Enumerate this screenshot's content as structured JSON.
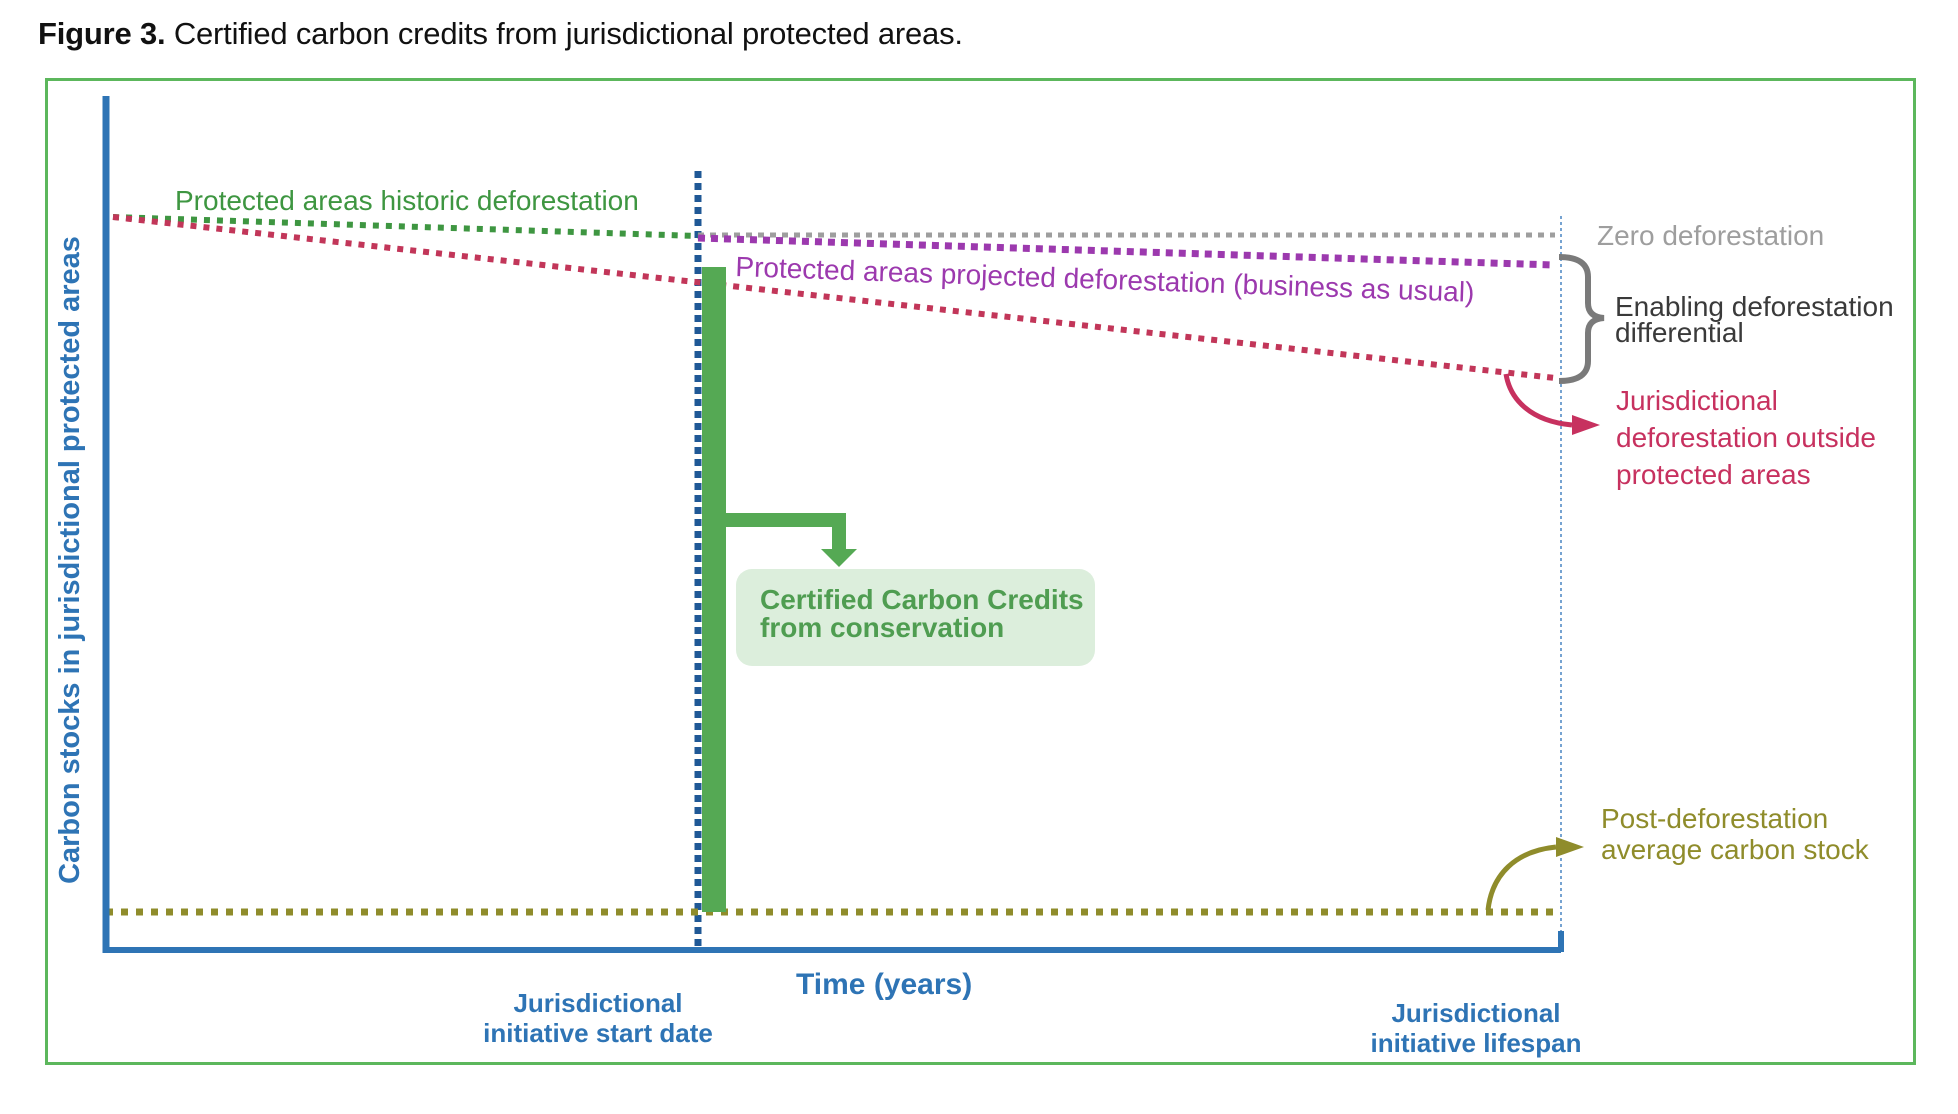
{
  "title": {
    "prefix": "Figure 3.",
    "rest": " Certified carbon credits from jurisdictional protected areas."
  },
  "axes": {
    "y_label": "Carbon stocks in jurisdictional protected areas",
    "x_label": "Time (years)",
    "tick_start_line1": "Jurisdictional",
    "tick_start_line2": "initiative start date",
    "tick_lifespan_line1": "Jurisdictional",
    "tick_lifespan_line2": "initiative lifespan"
  },
  "lines": {
    "historic": {
      "label": "Protected areas historic deforestation",
      "color": "#3E9641",
      "style": "dotted"
    },
    "projected": {
      "label": "Protected areas projected deforestation (business as usual)",
      "color": "#9C39AE",
      "style": "dotted"
    },
    "zero": {
      "label": "Zero deforestation",
      "color": "#9E9E9E",
      "style": "dotted"
    },
    "outside": {
      "label_line1": "Jurisdictional",
      "label_line2": "deforestation outside",
      "label_line3": "protected areas",
      "color": "#C7315F",
      "style": "dotted"
    },
    "post": {
      "label_line1": "Post-deforestation",
      "label_line2": "average carbon stock",
      "color": "#8F8C2B",
      "style": "dotted"
    },
    "start_date": {
      "color": "#1F5896",
      "style": "dashed-vertical"
    },
    "lifespan": {
      "color": "#76A3D1",
      "style": "dashed-vertical"
    }
  },
  "annotations": {
    "enabling_line1": "Enabling deforestation",
    "enabling_line2": "differential",
    "enabling_color": "#3A3A3A",
    "bracket_color": "#7A7A7A",
    "credits_line1": "Certified Carbon Credits",
    "credits_line2": "from conservation",
    "credits_text_color": "#4F9D51",
    "credits_box_fill": "#DCEEDC",
    "credits_bar_color": "#55A954"
  },
  "colors": {
    "axis": "#2E74B5",
    "frame_border": "#5CB75C",
    "background": "#FFFFFF"
  }
}
